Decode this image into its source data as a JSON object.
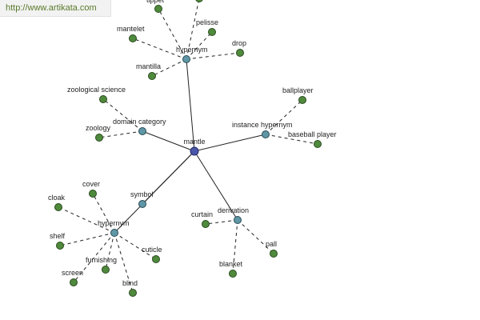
{
  "header": {
    "url": "http://www.artikata.com"
  },
  "graph": {
    "root": {
      "id": "mantle",
      "label": "mantle"
    },
    "relations": [
      {
        "id": "hypernym-top",
        "label": "hypernym",
        "icon": "hypernym-node"
      },
      {
        "id": "domain-category",
        "label": "domain category"
      },
      {
        "id": "instance-hypernym",
        "label": "instance hypernym"
      },
      {
        "id": "derivation",
        "label": "derivation"
      },
      {
        "id": "symbol",
        "label": "symbol"
      },
      {
        "id": "hypernym-bottom",
        "label": "hypernym"
      }
    ],
    "leaves": [
      {
        "id": "tippet",
        "label": "tippet",
        "parent": "hypernym-top"
      },
      {
        "id": "pelisse-top",
        "label": "",
        "parent": "hypernym-top"
      },
      {
        "id": "pelisse",
        "label": "pelisse",
        "parent": "hypernym-top"
      },
      {
        "id": "mantelet",
        "label": "mantelet",
        "parent": "hypernym-top"
      },
      {
        "id": "drop",
        "label": "drop",
        "parent": "hypernym-top"
      },
      {
        "id": "mantilla",
        "label": "mantilla",
        "parent": "hypernym-top"
      },
      {
        "id": "zoological-science",
        "label": "zoological science",
        "parent": "domain-category"
      },
      {
        "id": "zoology",
        "label": "zoology",
        "parent": "domain-category"
      },
      {
        "id": "ballplayer",
        "label": "ballplayer",
        "parent": "instance-hypernym"
      },
      {
        "id": "baseball-player",
        "label": "baseball player",
        "parent": "instance-hypernym"
      },
      {
        "id": "curtain",
        "label": "curtain",
        "parent": "derivation"
      },
      {
        "id": "pall",
        "label": "pall",
        "parent": "derivation"
      },
      {
        "id": "blanket",
        "label": "blanket",
        "parent": "derivation"
      },
      {
        "id": "cover",
        "label": "cover",
        "parent": "hypernym-bottom"
      },
      {
        "id": "cloak",
        "label": "cloak",
        "parent": "hypernym-bottom"
      },
      {
        "id": "shelf",
        "label": "shelf",
        "parent": "hypernym-bottom"
      },
      {
        "id": "cuticle",
        "label": "cuticle",
        "parent": "hypernym-bottom"
      },
      {
        "id": "furnishing",
        "label": "furnishing",
        "parent": "hypernym-bottom"
      },
      {
        "id": "screen",
        "label": "screen",
        "parent": "hypernym-bottom"
      },
      {
        "id": "blind",
        "label": "blind",
        "parent": "hypernym-bottom"
      }
    ]
  }
}
